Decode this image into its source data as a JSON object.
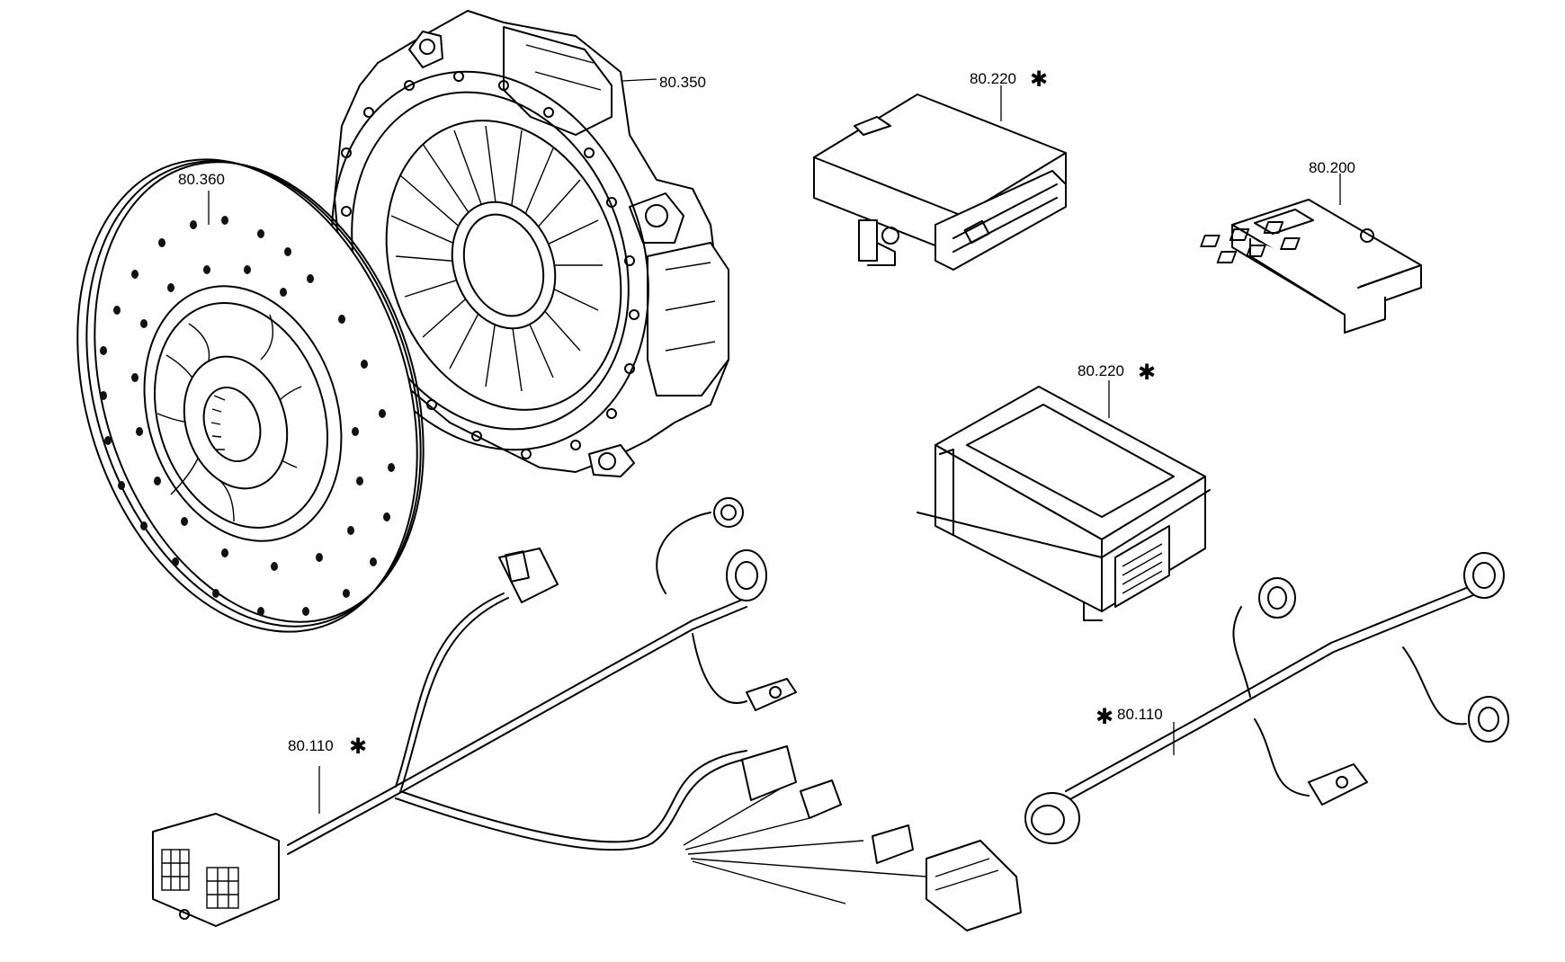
{
  "labels": {
    "clutch_cover": "80.350",
    "clutch_disc": "80.360",
    "control_unit_top": "80.220",
    "control_unit_bottom": "80.220",
    "switch_panel": "80.200",
    "harness_left": "80.110",
    "harness_right": "80.110",
    "asterisk": "✱"
  }
}
